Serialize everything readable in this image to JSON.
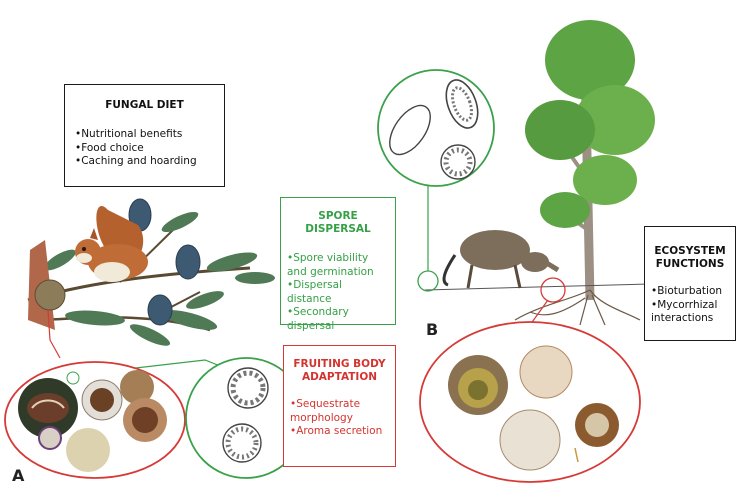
{
  "boxes": {
    "fungal_diet": {
      "title": "FUNGAL DIET",
      "items": [
        "Nutritional benefits",
        "Food choice",
        "Caching and hoarding"
      ]
    },
    "spore_dispersal": {
      "title": "SPORE DISPERSAL",
      "items": [
        "Spore viability and germination",
        "Dispersal distance",
        "Secondary dispersal"
      ]
    },
    "fruiting_body": {
      "title_line1": "FRUITING BODY",
      "title_line2": "ADAPTATION",
      "items": [
        "Sequestrate morphology",
        "Aroma secretion"
      ]
    },
    "ecosystem_functions": {
      "title_line1": "ECOSYSTEM",
      "title_line2": "FUNCTIONS",
      "items": [
        "Bioturbation",
        "Mycorrhizal interactions"
      ]
    }
  },
  "panels": {
    "a": "A",
    "b": "B"
  },
  "colors": {
    "green": "#3aa14a",
    "red": "#d63a36",
    "black": "#1a1a1a"
  }
}
